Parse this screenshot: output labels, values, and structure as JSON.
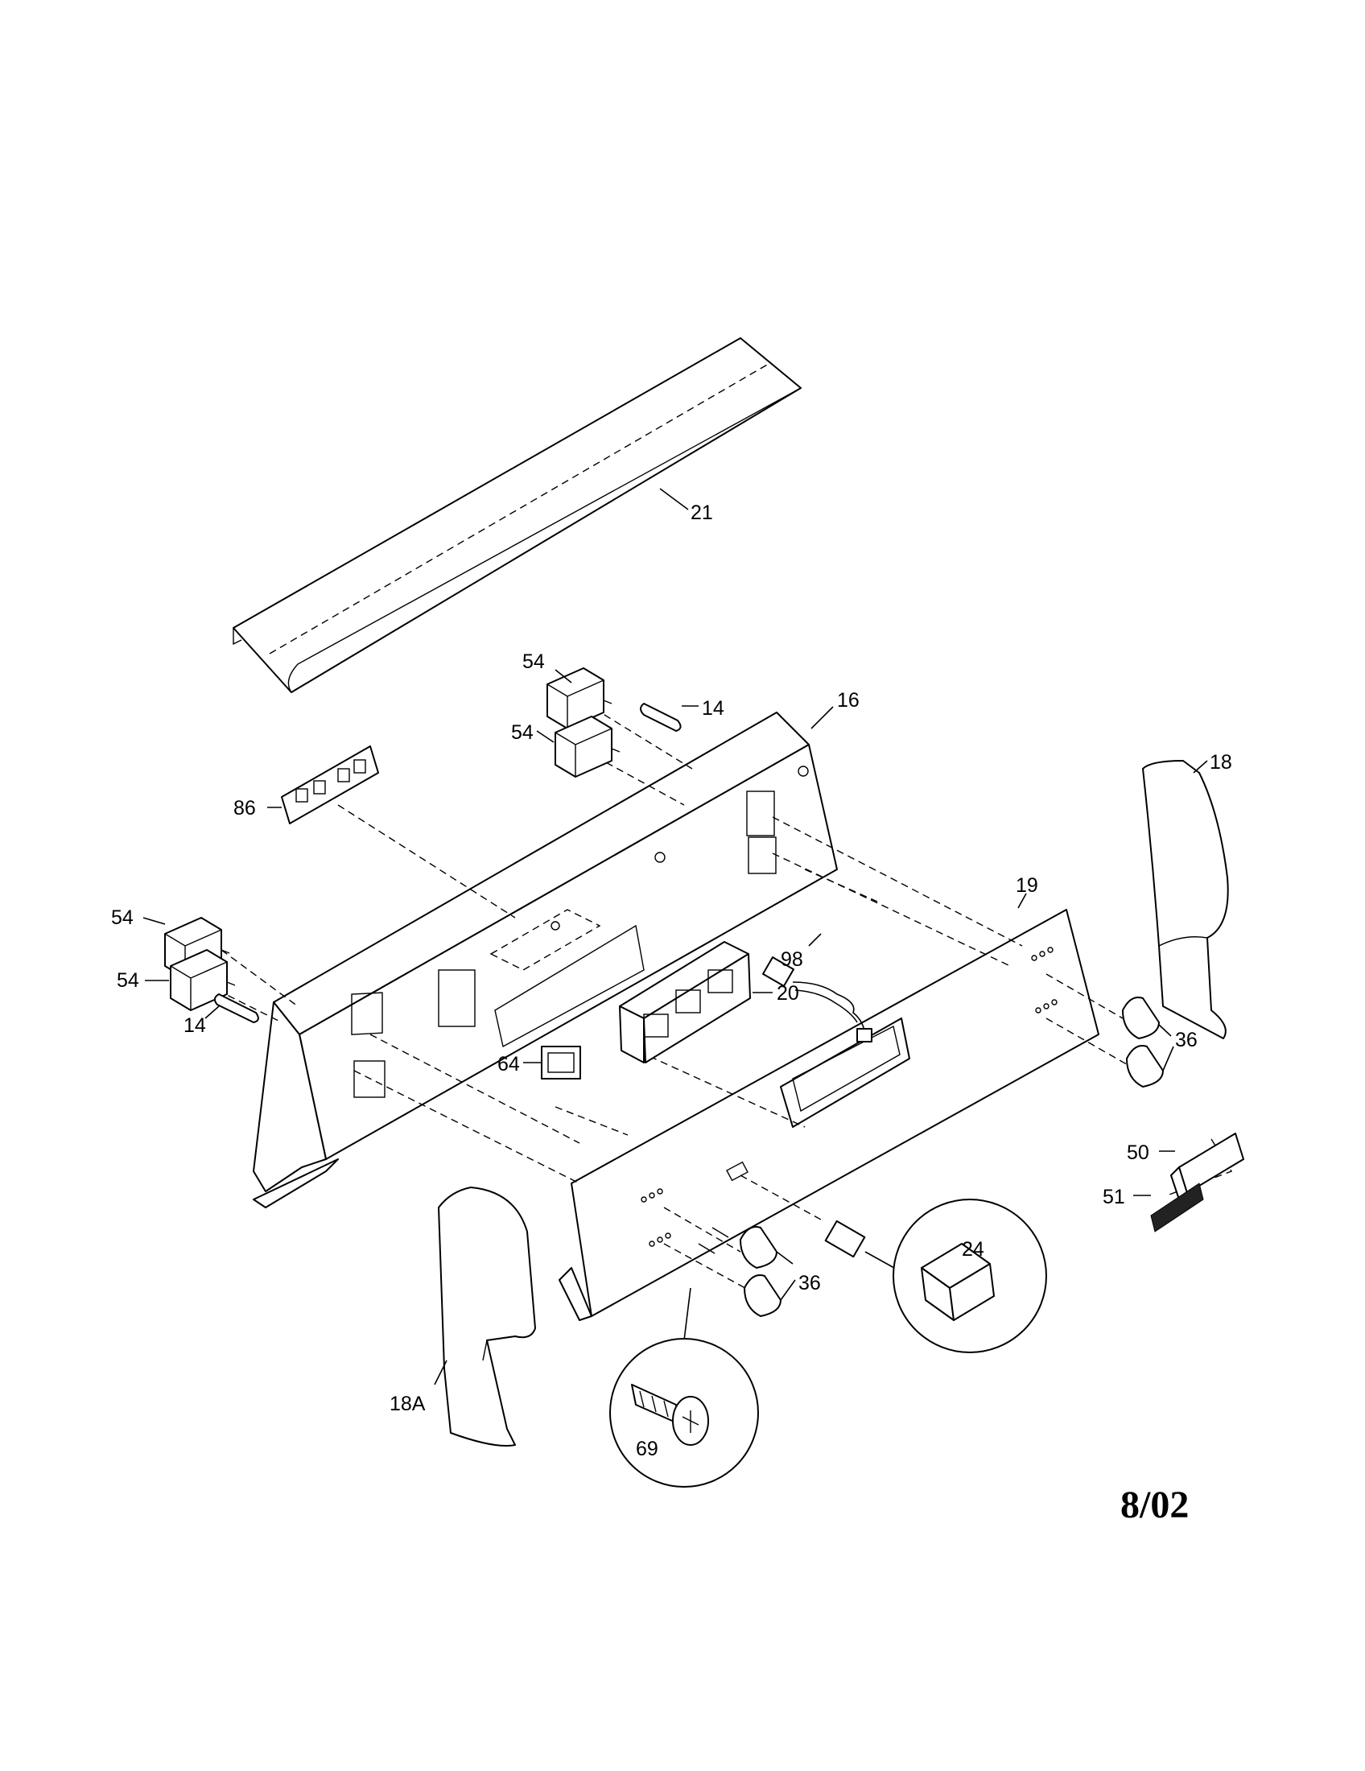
{
  "callouts": {
    "c21": "21",
    "c54a": "54",
    "c14a": "14",
    "c16": "16",
    "c54b": "54",
    "c18": "18",
    "c86": "86",
    "c19": "19",
    "c54c": "54",
    "c98": "98",
    "c54d": "54",
    "c20": "20",
    "c14b": "14",
    "c36a": "36",
    "c64": "64",
    "c50": "50",
    "c51": "51",
    "c24": "24",
    "c36b": "36",
    "c18a": "18A",
    "c69": "69"
  },
  "revision_date": "8/02"
}
